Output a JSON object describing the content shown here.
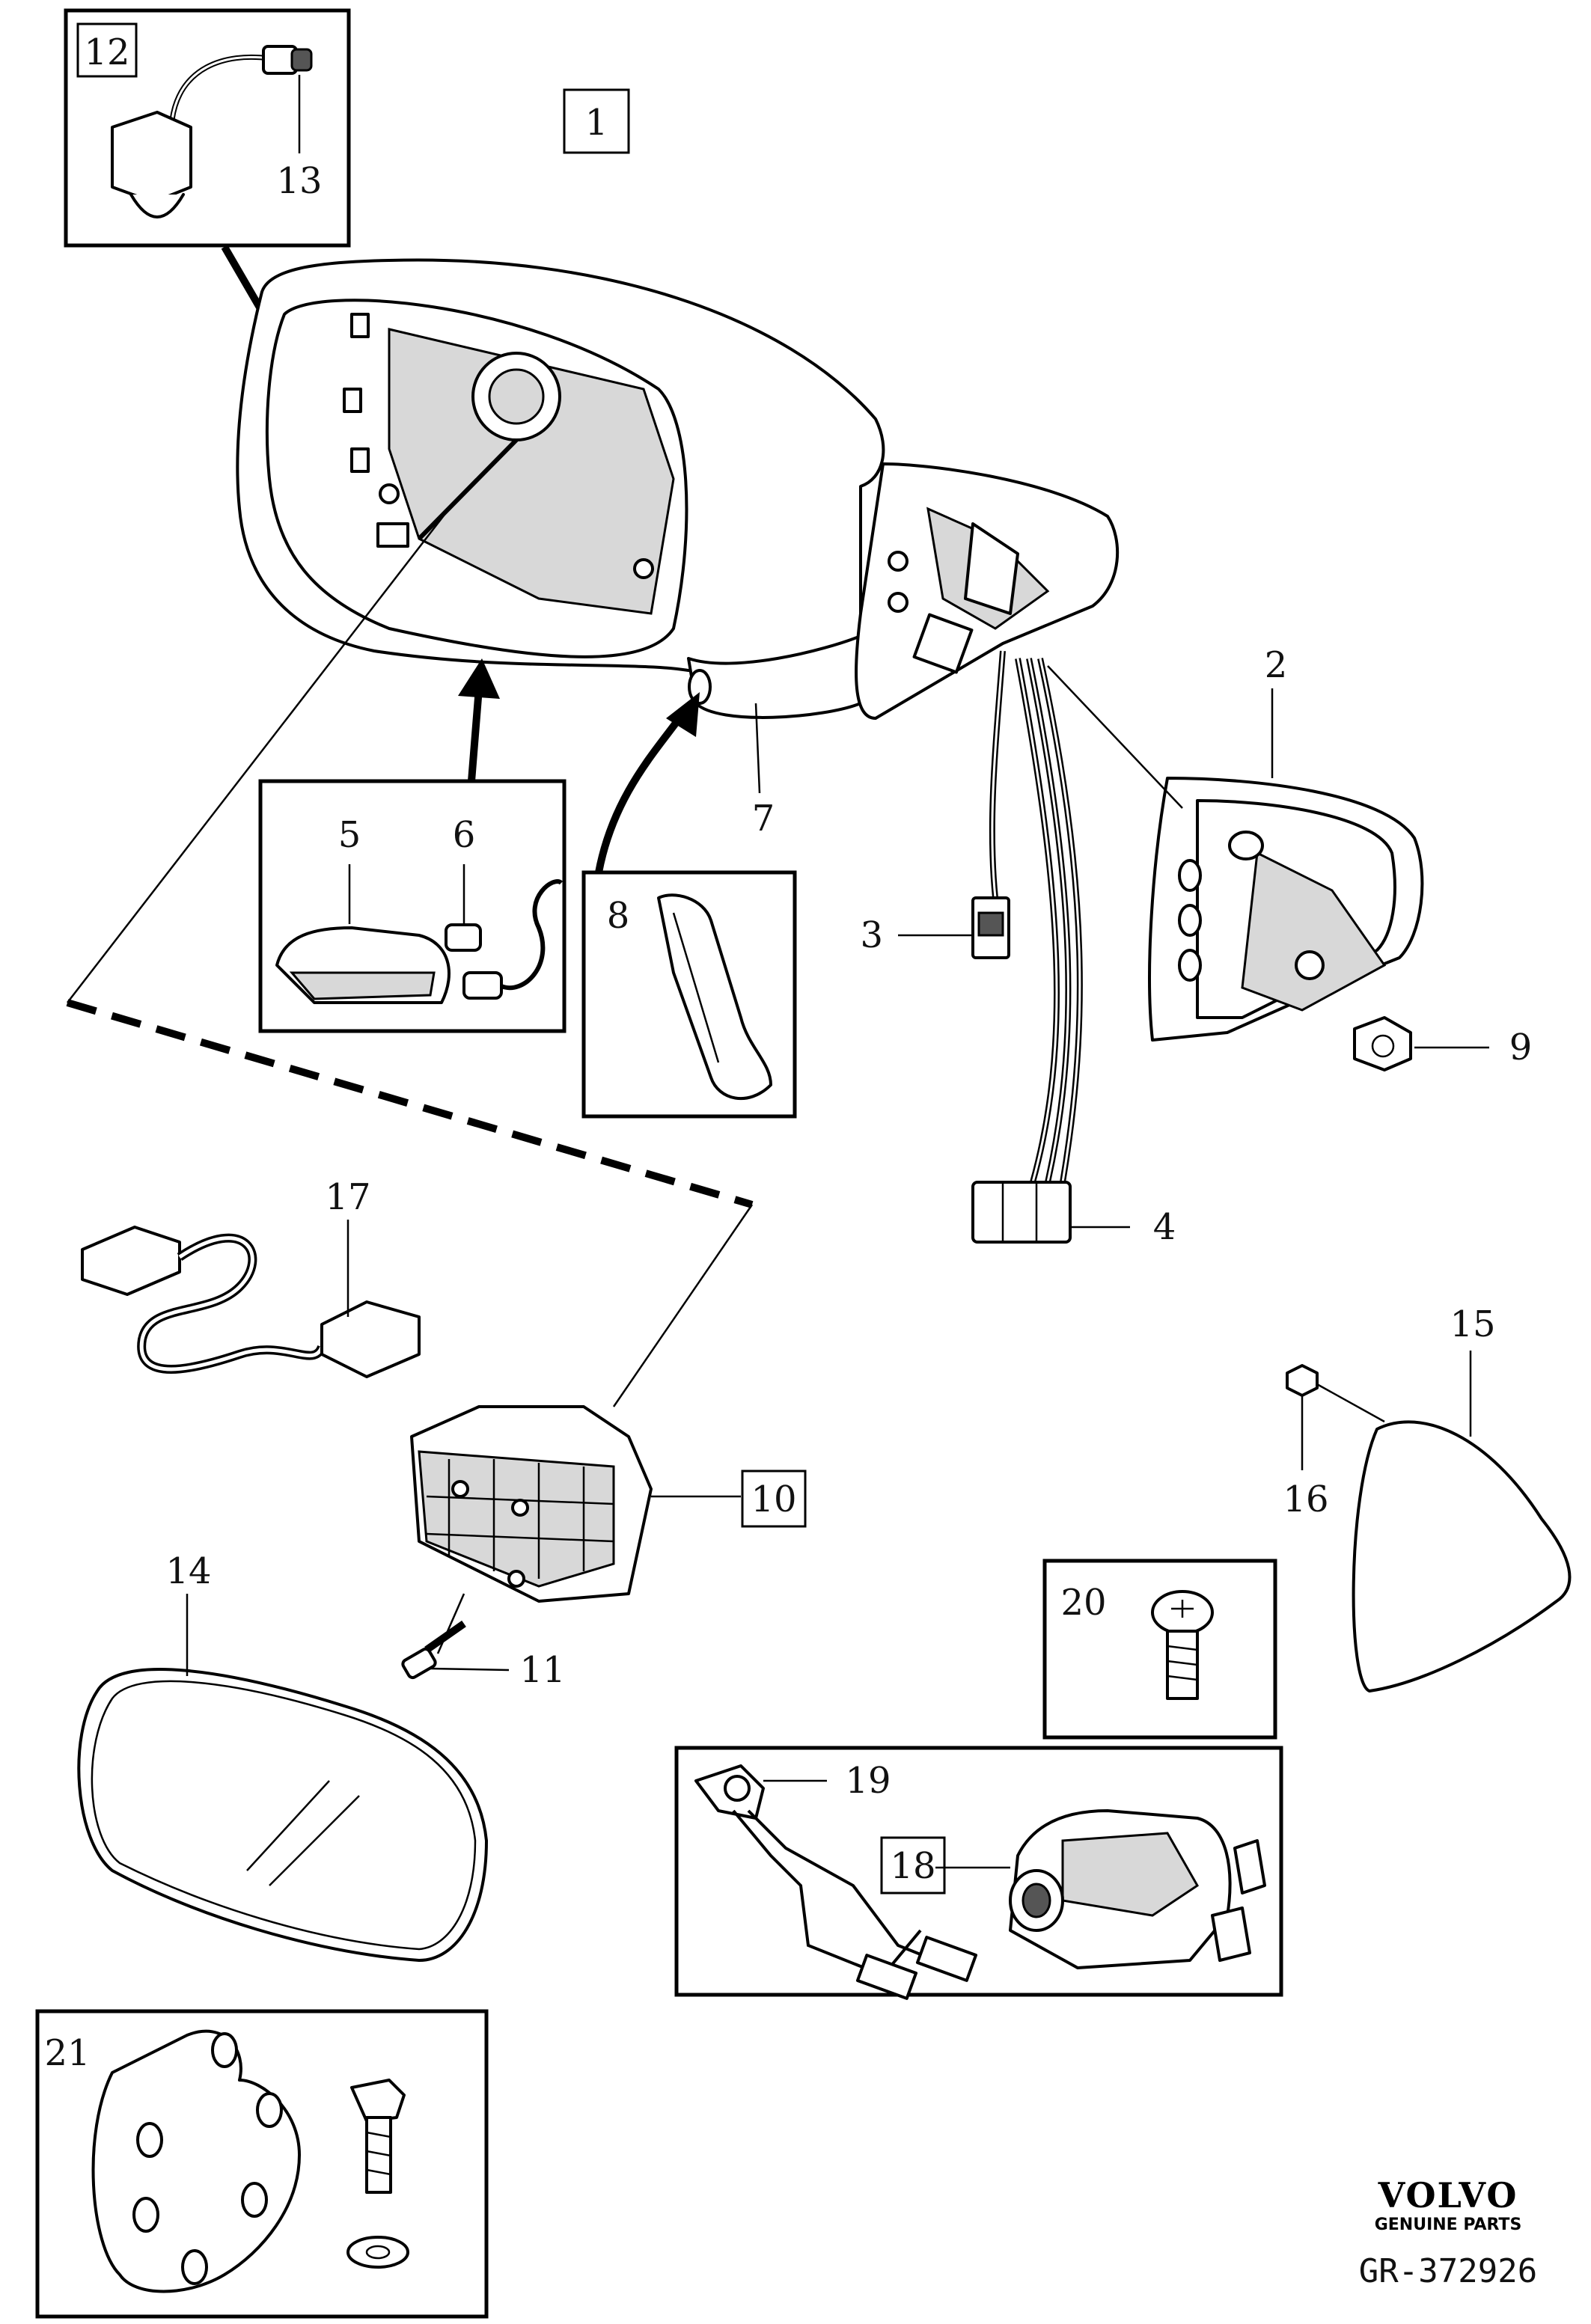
{
  "labels": {
    "l1": "1",
    "l2": "2",
    "l3": "3",
    "l4": "4",
    "l5": "5",
    "l6": "6",
    "l7": "7",
    "l8": "8",
    "l9": "9",
    "l10": "10",
    "l11": "11",
    "l12": "12",
    "l13": "13",
    "l14": "14",
    "l15": "15",
    "l16": "16",
    "l17": "17",
    "l18": "18",
    "l19": "19",
    "l20": "20",
    "l21": "21"
  },
  "brand": {
    "name": "VOLVO",
    "tagline": "GENUINE PARTS"
  },
  "reference": "GR-372926"
}
